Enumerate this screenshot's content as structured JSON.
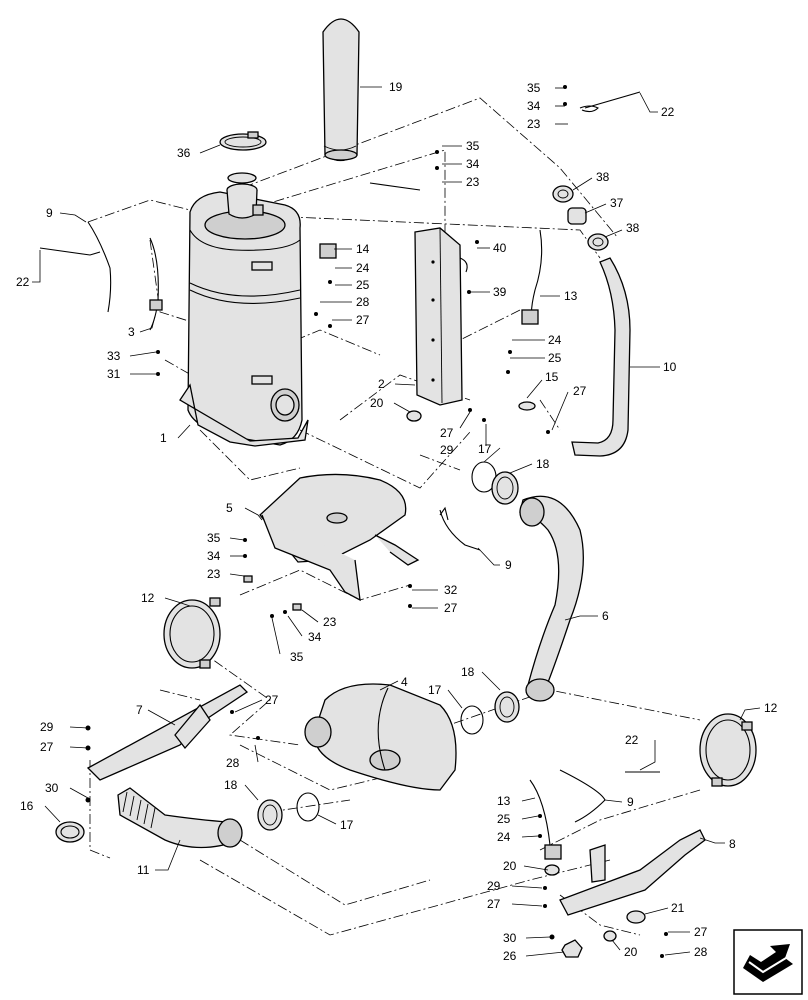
{
  "callouts": [
    {
      "id": "c-19",
      "text": "19"
    },
    {
      "id": "c-35a",
      "text": "35"
    },
    {
      "id": "c-34a",
      "text": "34"
    },
    {
      "id": "c-23a",
      "text": "23"
    },
    {
      "id": "c-22a",
      "text": "22"
    },
    {
      "id": "c-36",
      "text": "36"
    },
    {
      "id": "c-35b",
      "text": "35"
    },
    {
      "id": "c-34b",
      "text": "34"
    },
    {
      "id": "c-23b",
      "text": "23"
    },
    {
      "id": "c-38a",
      "text": "38"
    },
    {
      "id": "c-37",
      "text": "37"
    },
    {
      "id": "c-38b",
      "text": "38"
    },
    {
      "id": "c-9a",
      "text": "9"
    },
    {
      "id": "c-14",
      "text": "14"
    },
    {
      "id": "c-24a",
      "text": "24"
    },
    {
      "id": "c-25a",
      "text": "25"
    },
    {
      "id": "c-28a",
      "text": "28"
    },
    {
      "id": "c-27a",
      "text": "27"
    },
    {
      "id": "c-40",
      "text": "40"
    },
    {
      "id": "c-39",
      "text": "39"
    },
    {
      "id": "c-22b",
      "text": "22"
    },
    {
      "id": "c-3",
      "text": "3"
    },
    {
      "id": "c-13a",
      "text": "13"
    },
    {
      "id": "c-33",
      "text": "33"
    },
    {
      "id": "c-31",
      "text": "31"
    },
    {
      "id": "c-24b",
      "text": "24"
    },
    {
      "id": "c-25b",
      "text": "25"
    },
    {
      "id": "c-10",
      "text": "10"
    },
    {
      "id": "c-2",
      "text": "2"
    },
    {
      "id": "c-15",
      "text": "15"
    },
    {
      "id": "c-27b",
      "text": "27"
    },
    {
      "id": "c-20a",
      "text": "20"
    },
    {
      "id": "c-27c",
      "text": "27"
    },
    {
      "id": "c-1",
      "text": "1"
    },
    {
      "id": "c-29a",
      "text": "29"
    },
    {
      "id": "c-17a",
      "text": "17"
    },
    {
      "id": "c-18a",
      "text": "18"
    },
    {
      "id": "c-5",
      "text": "5"
    },
    {
      "id": "c-35c",
      "text": "35"
    },
    {
      "id": "c-34c",
      "text": "34"
    },
    {
      "id": "c-23c",
      "text": "23"
    },
    {
      "id": "c-9b",
      "text": "9"
    },
    {
      "id": "c-32",
      "text": "32"
    },
    {
      "id": "c-27d",
      "text": "27"
    },
    {
      "id": "c-12a",
      "text": "12"
    },
    {
      "id": "c-23d",
      "text": "23"
    },
    {
      "id": "c-34d",
      "text": "34"
    },
    {
      "id": "c-35d",
      "text": "35"
    },
    {
      "id": "c-6",
      "text": "6"
    },
    {
      "id": "c-4",
      "text": "4"
    },
    {
      "id": "c-18b",
      "text": "18"
    },
    {
      "id": "c-17b",
      "text": "17"
    },
    {
      "id": "c-7",
      "text": "7"
    },
    {
      "id": "c-27e",
      "text": "27"
    },
    {
      "id": "c-29b",
      "text": "29"
    },
    {
      "id": "c-27f",
      "text": "27"
    },
    {
      "id": "c-28b",
      "text": "28"
    },
    {
      "id": "c-12b",
      "text": "12"
    },
    {
      "id": "c-22c",
      "text": "22"
    },
    {
      "id": "c-30a",
      "text": "30"
    },
    {
      "id": "c-16",
      "text": "16"
    },
    {
      "id": "c-18c",
      "text": "18"
    },
    {
      "id": "c-17c",
      "text": "17"
    },
    {
      "id": "c-13b",
      "text": "13"
    },
    {
      "id": "c-9c",
      "text": "9"
    },
    {
      "id": "c-25c",
      "text": "25"
    },
    {
      "id": "c-24c",
      "text": "24"
    },
    {
      "id": "c-8",
      "text": "8"
    },
    {
      "id": "c-11",
      "text": "11"
    },
    {
      "id": "c-20b",
      "text": "20"
    },
    {
      "id": "c-29c",
      "text": "29"
    },
    {
      "id": "c-27g",
      "text": "27"
    },
    {
      "id": "c-21",
      "text": "21"
    },
    {
      "id": "c-30b",
      "text": "30"
    },
    {
      "id": "c-27h",
      "text": "27"
    },
    {
      "id": "c-26",
      "text": "26"
    },
    {
      "id": "c-20c",
      "text": "20"
    },
    {
      "id": "c-28c",
      "text": "28"
    }
  ],
  "nav_icon": "return-arrow-icon"
}
